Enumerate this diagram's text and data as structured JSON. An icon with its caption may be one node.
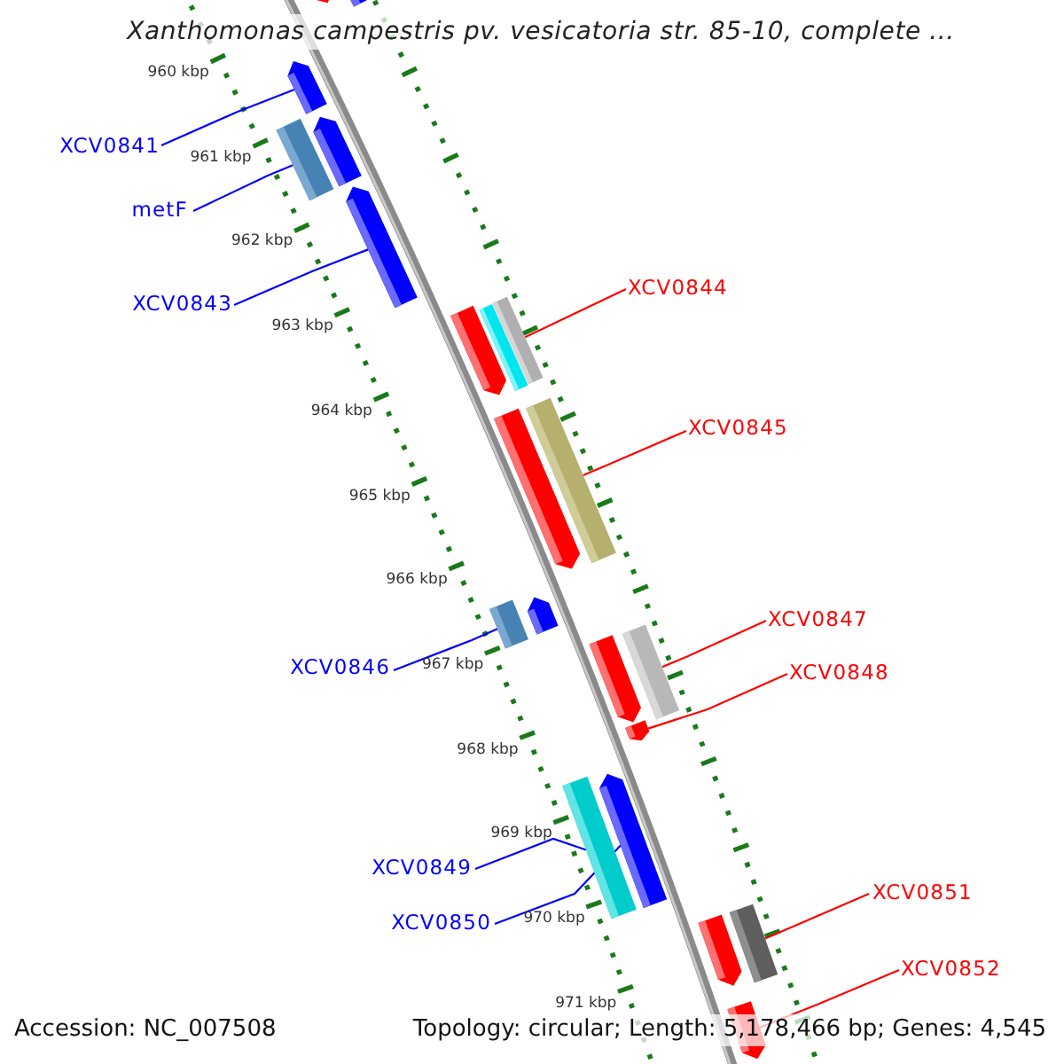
{
  "diagram": {
    "title": "Xanthomonas campestris pv. vesicatoria str. 85-10, complete ...",
    "nodes": [
      {
        "text": [],
        "shape": "arrow"
      },
      {
        "text": [],
        "shape": "arrow"
      },
      {
        "text": [],
        "shape": "arrow"
      },
      {
        "text": [],
        "shape": "bar"
      },
      {
        "text": [],
        "shape": "arrow"
      },
      {
        "text": [],
        "shape": "arrow"
      },
      {
        "text": [],
        "shape": "arrow"
      },
      {
        "text": [],
        "shape": "bar"
      },
      {
        "text": [],
        "shape": "bar"
      },
      {
        "text": [],
        "shape": "arrow"
      },
      {
        "text": [],
        "shape": "bar"
      },
      {
        "text": [],
        "shape": "bar"
      },
      {
        "text": [],
        "shape": "arrow"
      },
      {
        "text": [],
        "shape": "arrow"
      },
      {
        "text": [],
        "shape": "bar"
      },
      {
        "text": [],
        "shape": "arrow"
      },
      {
        "text": [],
        "shape": "bar"
      },
      {
        "text": [],
        "shape": "arrow"
      },
      {
        "text": [],
        "shape": "arrow"
      },
      {
        "text": [],
        "shape": "bar"
      },
      {
        "text": [],
        "shape": "arrow"
      },
      {
        "text": [
          "XCV0841"
        ]
      },
      {
        "text": [
          "metF"
        ]
      },
      {
        "text": [
          "XCV0843"
        ]
      },
      {
        "text": [
          "XCV0844"
        ]
      },
      {
        "text": [
          "XCV0845"
        ]
      },
      {
        "text": [
          "XCV0846"
        ]
      },
      {
        "text": [
          "XCV0847"
        ]
      },
      {
        "text": [
          "XCV0848"
        ]
      },
      {
        "text": [
          "XCV0849"
        ]
      },
      {
        "text": [
          "XCV0850"
        ]
      },
      {
        "text": [
          "XCV0851"
        ]
      },
      {
        "text": [
          "XCV0852"
        ]
      }
    ],
    "edges": [
      {
        "from": 21,
        "to": 2,
        "arrow": "none"
      },
      {
        "from": 22,
        "to": 3,
        "arrow": "none"
      },
      {
        "from": 23,
        "to": 5,
        "arrow": "none"
      },
      {
        "from": 24,
        "to": 8,
        "arrow": "none",
        "color": "#ff0000"
      },
      {
        "from": 25,
        "to": 10,
        "arrow": "none",
        "color": "#ff0000"
      },
      {
        "from": 26,
        "to": 11,
        "arrow": "none"
      },
      {
        "from": 27,
        "to": 14,
        "arrow": "none",
        "color": "#ff0000"
      },
      {
        "from": 28,
        "to": 15,
        "arrow": "none",
        "color": "#ff0000"
      },
      {
        "from": 29,
        "to": 16,
        "arrow": "none"
      },
      {
        "from": 30,
        "to": 17,
        "arrow": "none"
      },
      {
        "from": 31,
        "to": 19,
        "arrow": "none",
        "color": "#ff0000"
      },
      {
        "from": 32,
        "to": 20,
        "arrow": "none",
        "color": "#ff0000"
      }
    ],
    "labels": [
      "960 kbp",
      "961 kbp",
      "962 kbp",
      "963 kbp",
      "964 kbp",
      "965 kbp",
      "966 kbp",
      "967 kbp",
      "968 kbp",
      "969 kbp",
      "970 kbp",
      "971 kbp",
      "Accession: NC_007508",
      "Topology: circular; Length: 5,178,466 bp; Genes: 4,545"
    ]
  }
}
